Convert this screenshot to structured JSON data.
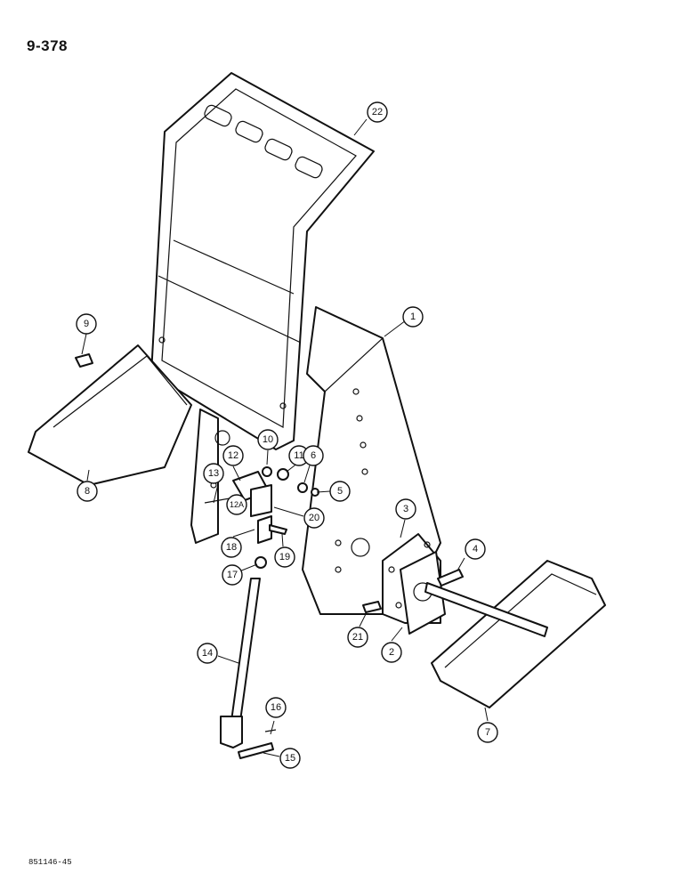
{
  "page_number": "9-378",
  "figure_code": "851146-45",
  "callouts": {
    "c1": "1",
    "c2": "2",
    "c3": "3",
    "c4": "4",
    "c5": "5",
    "c6": "6",
    "c7": "7",
    "c8": "8",
    "c9": "9",
    "c10": "10",
    "c11": "11",
    "c12": "12",
    "c12a": "12A",
    "c13": "13",
    "c14": "14",
    "c15": "15",
    "c16": "16",
    "c17": "17",
    "c18": "18",
    "c19": "19",
    "c20": "20",
    "c21": "21",
    "c22": "22"
  }
}
